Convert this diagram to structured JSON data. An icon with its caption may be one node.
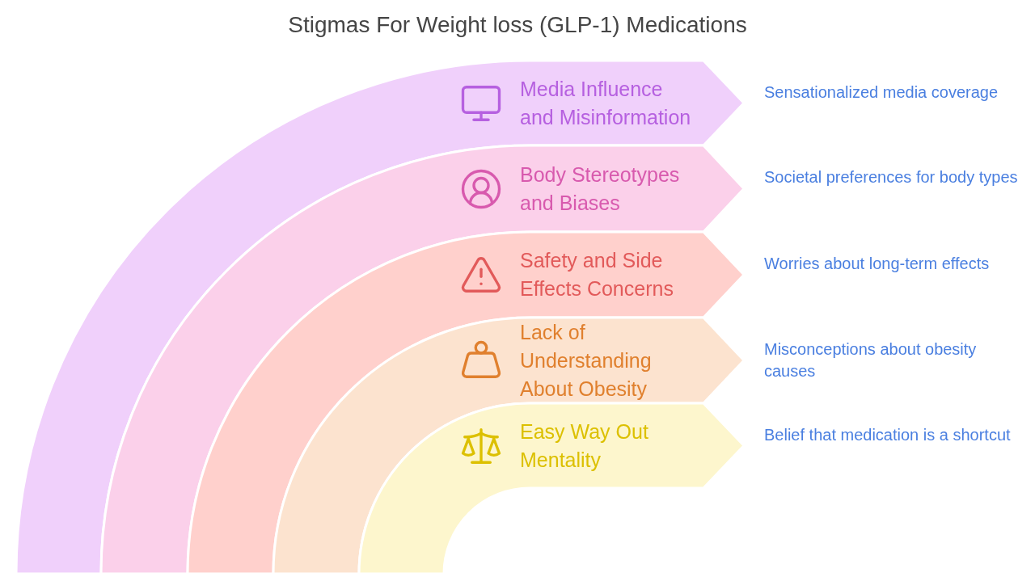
{
  "diagram": {
    "title": "Stigmas For Weight loss (GLP-1) Medications",
    "nodes": [
      {
        "text": [
          "Media Influence and Misinformation"
        ],
        "beside": [
          "Sensationalized media coverage"
        ]
      },
      {
        "text": [
          "Body Stereotypes and Biases"
        ],
        "beside": [
          "Societal preferences for body types"
        ]
      },
      {
        "text": [
          "Safety and Side Effects Concerns"
        ],
        "beside": [
          "Worries about long-term effects"
        ]
      },
      {
        "text": [
          "Lack of Understanding About Obesity"
        ],
        "beside": [
          "Misconceptions about obesity causes"
        ]
      },
      {
        "text": [
          "Easy Way Out Mentality"
        ],
        "beside": [
          "Belief that medication is a shortcut"
        ]
      }
    ]
  }
}
